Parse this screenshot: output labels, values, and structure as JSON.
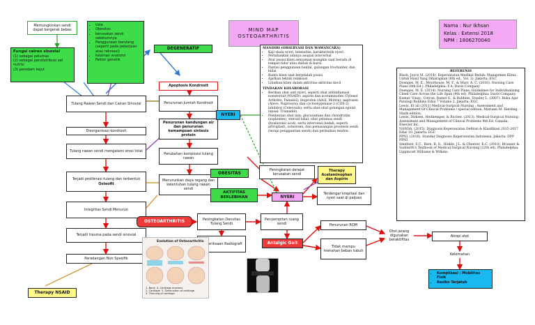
{
  "title": {
    "line1": "MIND MAP",
    "line2": "OSTEOARTHRITIS"
  },
  "student": {
    "name": "Nama : Nur Ikhsan",
    "class": "Kelas : Extensi 2018",
    "npm": "NPM : 1806270040"
  },
  "boxes": {
    "b_gerak": "Memungkinkan sendi dapat bergerak bebas",
    "b_fungsi_title": "Fungsi cairan sinovial",
    "b_fungsi_items": [
      "(1) sebagai pelumas",
      "(2) sebagai pendistribusi zat nutrisi",
      "(3) peredam kejut"
    ],
    "b_risk_items": [
      "Usia",
      "Obesitas",
      "kerusakan sendi sebelumnya",
      "Penggunaan berulang (seperti pada pekerjaan atau rekreasi)",
      "kelainan anatomi",
      "Faktor genetik"
    ],
    "b_degeneratif": "DEGENERATIF",
    "b_tulang_rawan": "Tulang Rawan Sendi dan Cairan Sinovial",
    "b_disorganisasi": "Disorganisasi kondrosit",
    "b_erosi": "Tulang rawan sendi mengalami erosi total",
    "b_proliferasi_a": "Terjadi proliferasi tulang dan terbentuk",
    "b_proliferasi_b": "Osteofit",
    "b_integritas": "Integritas Sendi Menurun",
    "b_trauma": "Terjadi trauma pada sendi sinovial",
    "b_peradangan": "Peradangan Non Spesifik",
    "b_nsaid": "Therapy NSAID",
    "b_apoptosis": "Apoptosis Kondrosit",
    "b_penurunan_jumlah": "Penurunan Jumlah Kondrosit",
    "b_penurunan_kandungan": "Penurunan kandungan air dan penurunan kemampuan sintesis protein",
    "b_komposisi": "Perubahan komposisi tulang rawan",
    "b_daya_regang": "Menurunkan daya regang dan kelentuhan tulang rawan sendi",
    "b_osteoarthritis": "OSTEOARTHRITIS",
    "b_densitas": "Peningkatan Densitas Tulang Sendi",
    "b_radiografi": "Pemeriksaan Radiografi",
    "b_obesitas": "OBESITAS",
    "b_aktifitas": "AKTIFITAS BERLEBIHAN",
    "b_kerusakan": "Peningkatan derajat kerusakan sendi",
    "b_therapy_ac": "Therapy Acetaminophen dan Aspirin",
    "b_nyeri_left": "NYERI",
    "b_nyeri_center": "NYERI",
    "b_penyempitan": "Penyempitan ruang sendi",
    "b_krepitasi": "Terdengar krepitasi dan nyeri saat di palpasi",
    "b_antalgic": "Antalgic Gait",
    "b_rom": "Penurunan ROM",
    "b_tidak_mampu": "Tidak mampu menahan beban tubuh",
    "b_jarang": "Otot jarang digunakan beraktifitas",
    "b_atropi": "Atropi otot",
    "b_kelemahan": "Kelemahan",
    "b_komplikasi": [
      "Komplikasi : Mobilitas Fisik",
      "Resiko Terjatuh"
    ]
  },
  "mandiri": {
    "title": "MANDIRI (OBSERVASI DAN WAWANCARA)",
    "items": [
      "Kaji skala nyeri, intensitas, karakteristik nyeri",
      "Pertahankan adanya asupan nonverbal",
      "Atur posisi klien senyaman mungkin saat berada di tempat tidur atau duduk di kursi.",
      "Pantau penggunaan bantal, gulungan trochanter, dan bidai",
      "Bantu klien saat berpindah posisi",
      "Ajarkan teknik relaksasi",
      "Libatkan klien dalam aktivitas-aktivitas kecil"
    ],
    "kolab_title": "TINDAKAN KOLABORASI",
    "kolab_items": [
      "Berikan obat anti nyeri, seperti obat antiinflamasi nonsteroid (NSAID): aspirin dan acetaminofen (Tylenol Arthritis, Panadol); ibuprofen (Advil, Motrin); naproxen (Aleve, Naprosyn); dan cyclooxygenase-2 (COX-2) inhibitor (Celecoxib); serta obat-obat golongan opioid (misal: Tramadol).",
      "Pemberian obat lain: glucosamine dan chondroitin (suplemen), steroid lokal, obat pelumas sendi (hyaluronic acid), serta intervensi bedah, seperti artroplasti, osteotomi, dan pemasangan prostesis sendi (terapi penggantian sendi) dan perbaikan tendon."
    ]
  },
  "referensi": {
    "title": "REFERENSI",
    "items": [
      "Black, Joyce M. (2014). Keperawatan Medikal Bedah: Manajemen Klinis Untuk Hasil Yang Diharapkan (8th ed., Vol. 3). Jakarta: EGC",
      "Doenges, M. E., Moorhouse, M. F., & Murr, A. C. (2010). Nursing Care Plans (8th Ed.). Philadelphia: F.A. Davis Company",
      "Doenges, M. E. (2014). Nursing Care Plans: Guidelines for Individualizing Client Care Across the Life Span (9th ed). Philadelphia: Davis Company.",
      "Kumar, Vinay., Cotran, Ramzi S., & Robbins, Stanley L. (2007). Buku Ajar Patologi Robbins Edisi 7 Volume 2. Jakarta: EGC",
      "Lewis. Et all (2011) Medical-Surgical Nursing : Assessment and Management Of Clinical Problems / special edition, Mariann M. Harding. - Ninth edition.",
      "Lewis, Dirksen, Heitkemper, & Bucher. (2013). Medical-Surgical Nursing: Assessment and Management of Clinical Problems 9th Ed. Canada: Elsevier Inc.",
      "NANDA. (2015). Diagnosis Keperawatan Definisi & Klasifikasi 2015-2017 Edisi 10. Jakarta: EGC",
      "PPNI. (2016). Standar Diagnosis Keperawatan Indonesia. Jakarta: DPP PPNI",
      "Smeltzer, S.C., Bare, B. G., Hinkle, J.L. & Cheever, K.C. (2010). Brunner & Suddarth's Textbook of Medical-Surgical Nursing (12th ed). Philadelphia: Lippincott Williams & Wilkins."
    ]
  },
  "figure": {
    "title": "Evolution of Osteoarthritis",
    "captions": [
      "1. Bone",
      "2. Cartilage",
      "3. Thinning of cartilage",
      "4. Cartilage erosions",
      "5. Destruction of cartilage"
    ]
  },
  "colors": {
    "green": "#3fdc4a",
    "yellow": "#fff98a",
    "cyan": "#18b9f0",
    "pink": "#f4a9f4",
    "red": "#f03a3a",
    "arrow": "#e01010"
  }
}
